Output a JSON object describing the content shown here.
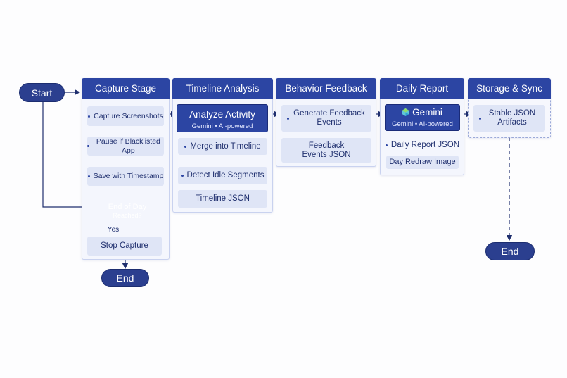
{
  "terminals": {
    "start": "Start",
    "end_capture": "End",
    "end_storage": "End"
  },
  "lanes": {
    "capture": {
      "header": "Capture Stage",
      "steps": [
        "Capture Screenshots",
        "Pause if Blacklisted App",
        "Save with Timestamp"
      ],
      "decision": {
        "line1": "End of Day",
        "line2": "Reached?"
      },
      "yes_label": "Yes",
      "final_step": "Stop Capture"
    },
    "timeline": {
      "header": "Timeline Analysis",
      "highlight": {
        "title": "Analyze Activity",
        "subtitle": "Gemini • AI-powered"
      },
      "steps": [
        "Merge into Timeline",
        "Detect Idle Segments"
      ],
      "output": "Timeline JSON"
    },
    "feedback": {
      "header": "Behavior Feedback",
      "step": "Generate Feedback Events",
      "output": "Feedback Events JSON"
    },
    "report": {
      "header": "Daily Report",
      "highlight": {
        "title": "Gemini",
        "subtitle": "Gemini • AI-powered"
      },
      "output1": "Daily Report JSON",
      "output2": "Day Redraw Image"
    },
    "storage": {
      "header": "Storage & Sync",
      "step": "Stable JSON Artifacts"
    }
  },
  "colors": {
    "primary": "#2c45a3",
    "terminal": "#2b3f8f",
    "step_fill": "#dfe5f6",
    "lane_fill": "#f4f6fd",
    "arrow": "#1f2f6e"
  },
  "icons": {
    "gemini": "gemini-icon"
  }
}
